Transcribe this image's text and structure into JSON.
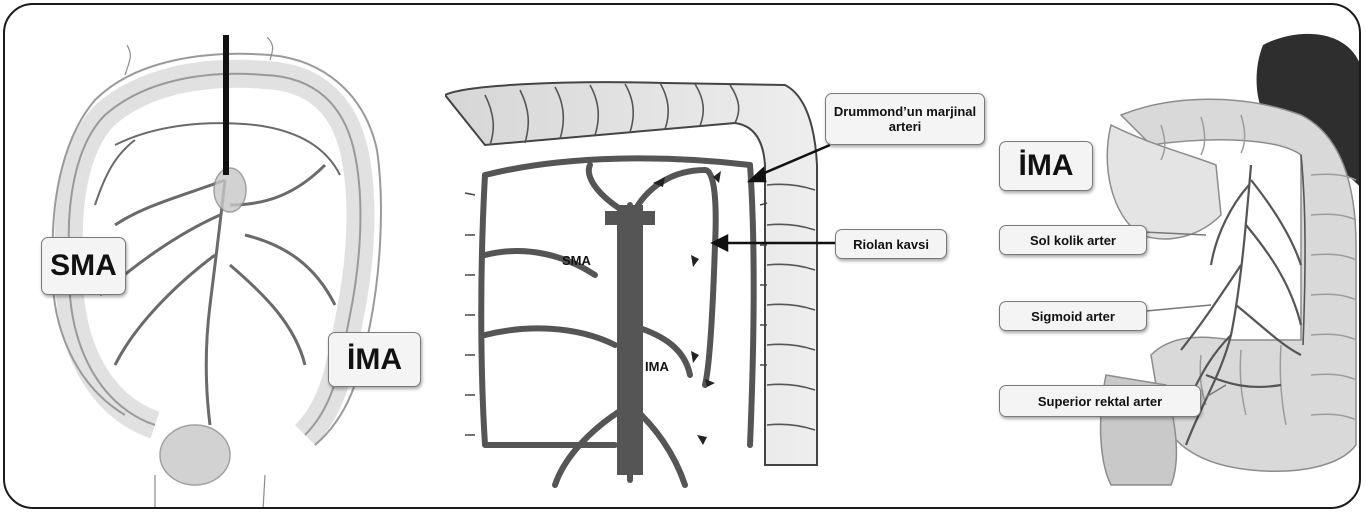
{
  "panels": {
    "left": {
      "labels": {
        "sma": "SMA",
        "ima": "İMA"
      }
    },
    "middle": {
      "labels": {
        "drummond": "Drummond’un marjinal arteri",
        "riolan": "Riolan kavsi",
        "sma": "SMA",
        "ima": "IMA"
      }
    },
    "right": {
      "labels": {
        "ima": "İMA",
        "sol_kolik": "Sol kolik arter",
        "sigmoid": "Sigmoid arter",
        "superior_rektal": "Superior rektal arter"
      }
    }
  }
}
